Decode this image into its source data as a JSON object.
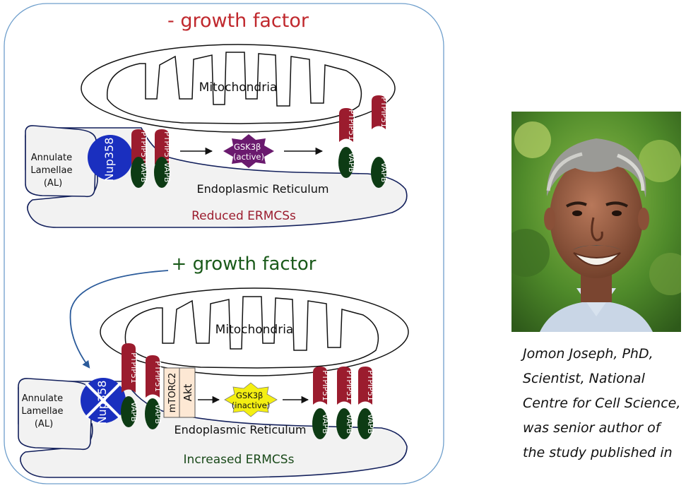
{
  "panel_minus": {
    "heading": "- growth factor",
    "mito_label": "Mitochondria",
    "er_label": "Endoplasmic Reticulum",
    "al_label": [
      "Annulate",
      "Lamellae",
      "(AL)"
    ],
    "nup_label": "Nup358",
    "gsk_label": [
      "GSK3β",
      "(active)"
    ],
    "outcome": "Reduced ERMCSs"
  },
  "panel_plus": {
    "heading": "+ growth factor",
    "mito_label": "Mitochondria",
    "er_label": "Endoplasmic Reticulum",
    "al_label": [
      "Annulate",
      "Lamellae",
      "(AL)"
    ],
    "nup_label": "Nup358",
    "kinase_labels": [
      "mTORC2",
      "Akt"
    ],
    "gsk_label": [
      "GSK3β",
      "(inactive)"
    ],
    "outcome": "Increased ERMCSs"
  },
  "proteins": {
    "tether": "PTPIP51",
    "anchor": "VAPB"
  },
  "caption_lines": [
    "Jomon Joseph, PhD,",
    "Scientist, National",
    "Centre for Cell Science,",
    "was senior author of",
    "the study published in"
  ],
  "colors": {
    "minus_heading": "#c0282d",
    "plus_heading": "#1a5a1a",
    "ptpip51": "#9b1c2e",
    "vapb": "#0d3b14",
    "nup358": "#1a2fbf",
    "gsk_active": "#6a1a6e",
    "gsk_inactive": "#f4ef12",
    "er_fill": "#f2f2f2",
    "arrow_blue": "#2a5a9a"
  }
}
